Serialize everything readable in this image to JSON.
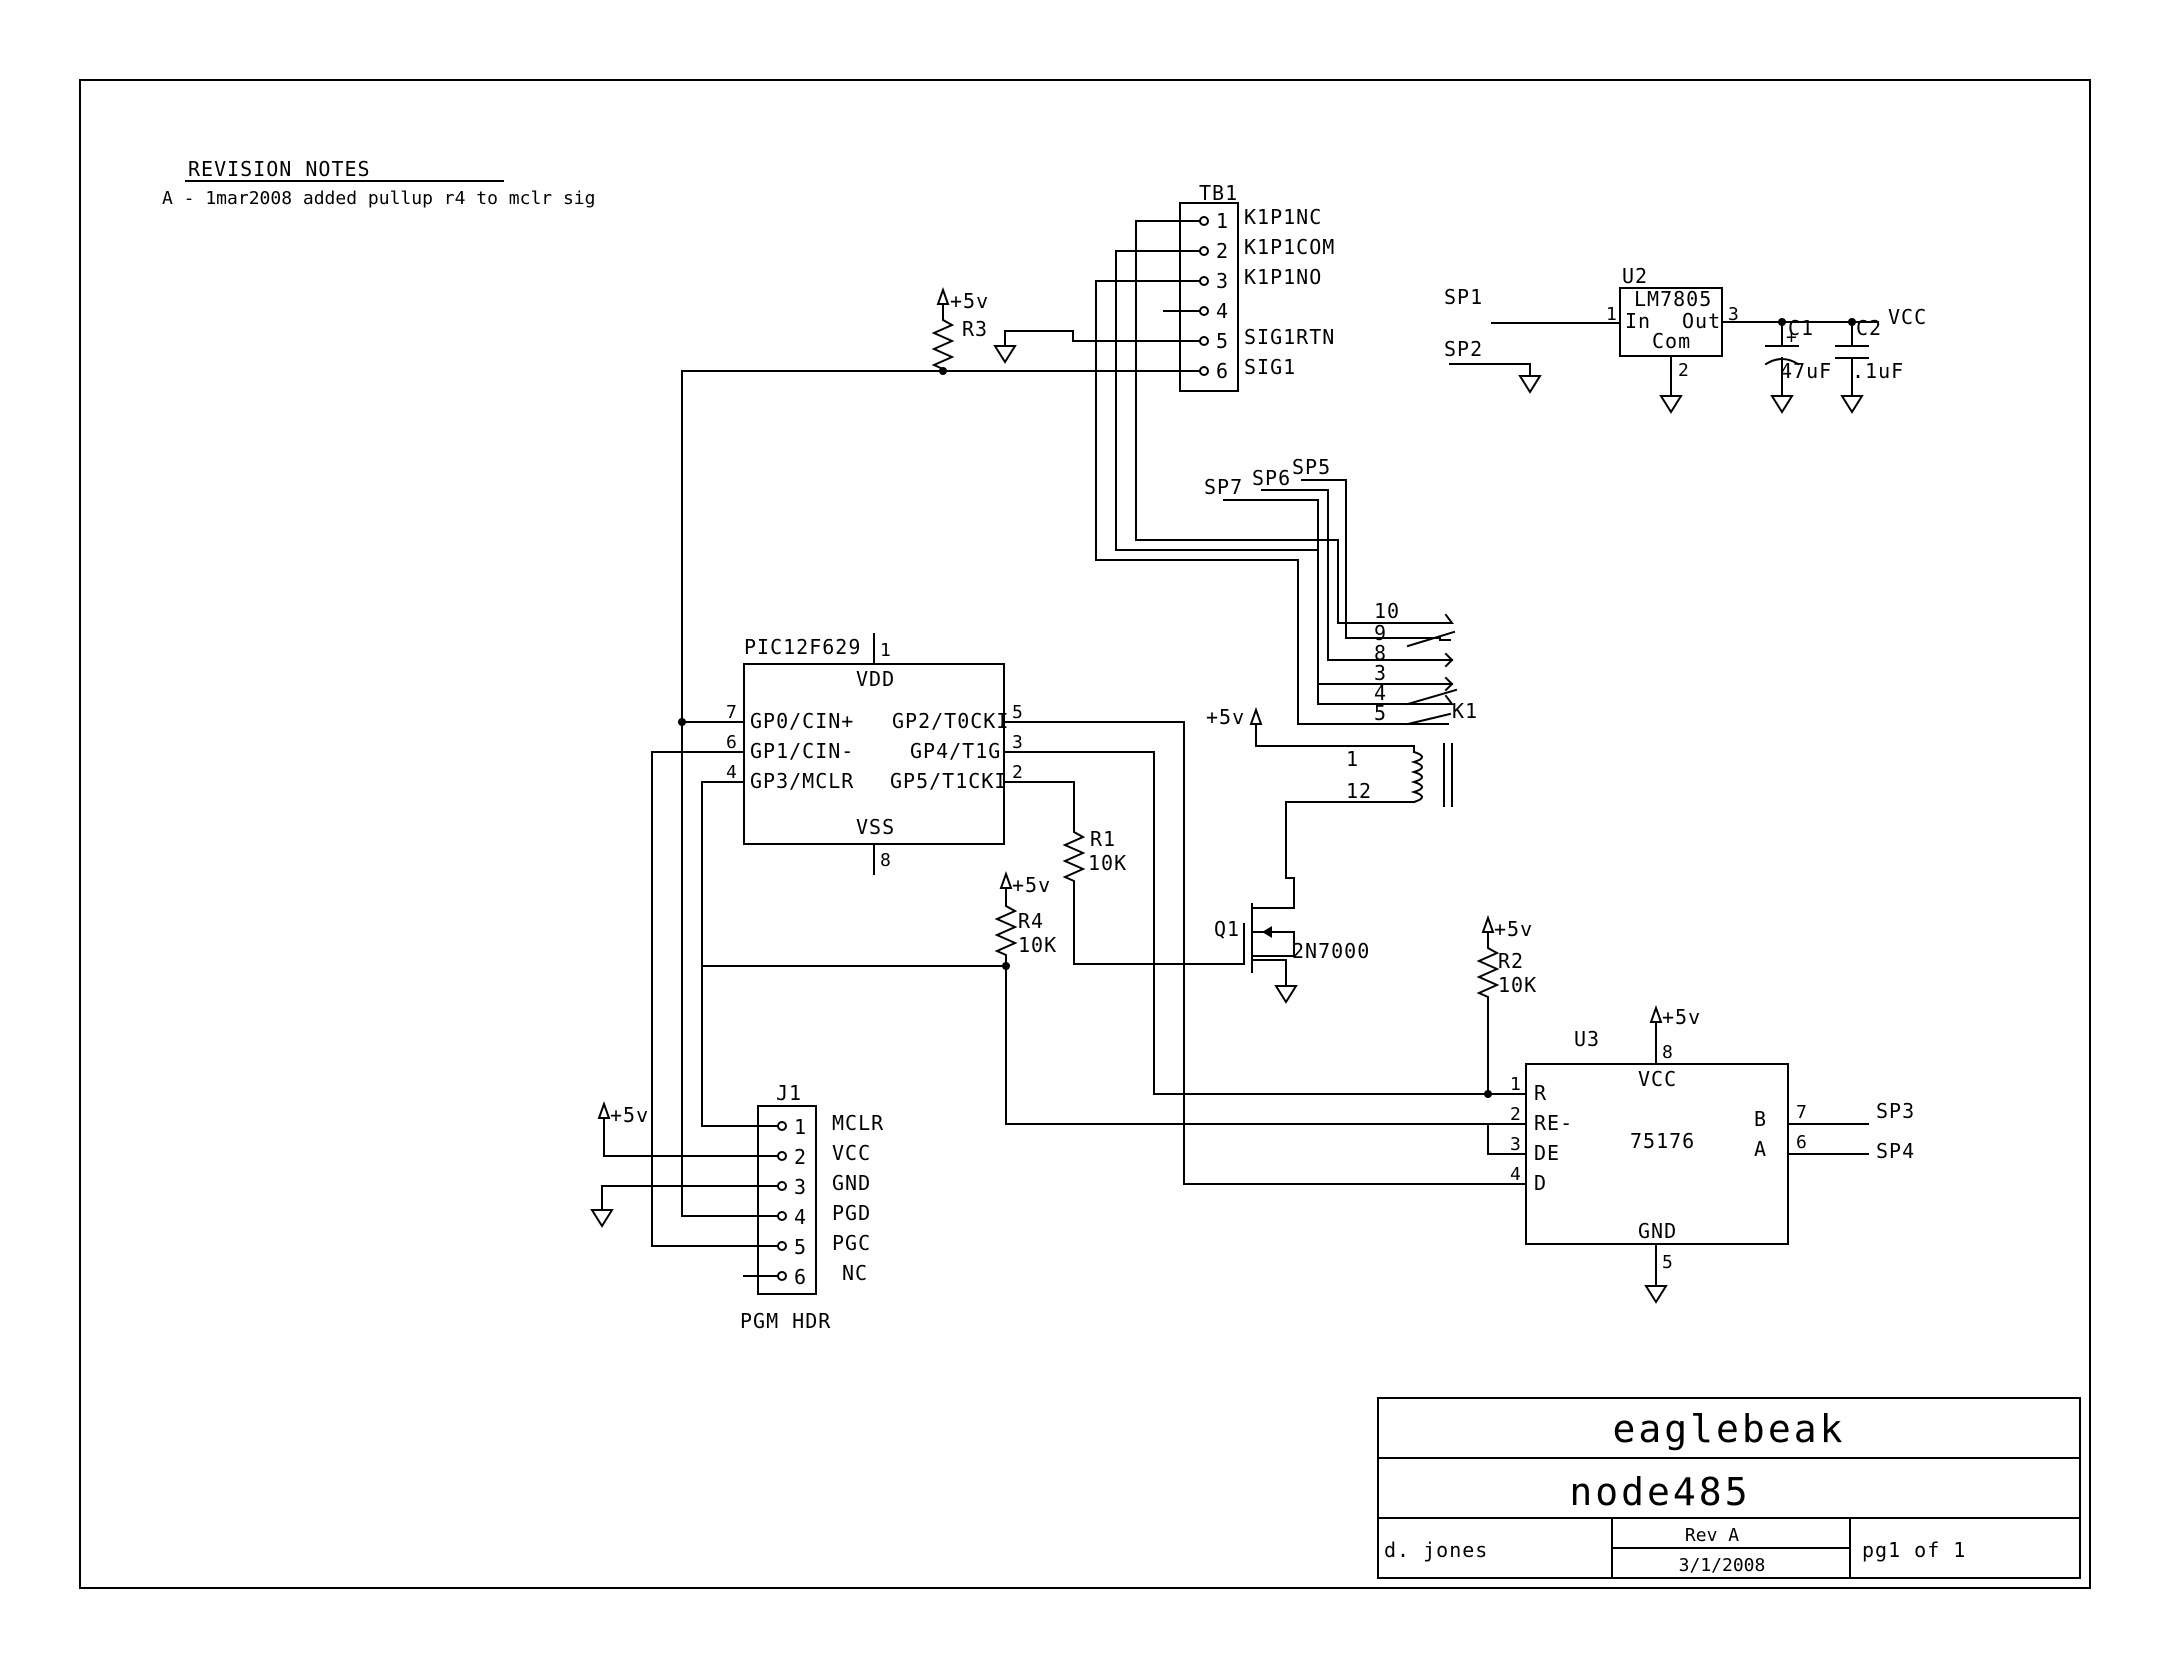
{
  "revision": {
    "heading": "REVISION NOTES",
    "note": "A - 1mar2008 added pullup r4 to mclr sig"
  },
  "title_block": {
    "project": "eaglebeak",
    "sheet_name": "node485",
    "author": "d. jones",
    "rev": "Rev A",
    "date": "3/1/2008",
    "page": "pg1 of 1"
  },
  "supply": {
    "plus5": "+5v",
    "vcc": "VCC"
  },
  "tb1": {
    "ref": "TB1",
    "pins": [
      {
        "num": "1",
        "label": "K1P1NC"
      },
      {
        "num": "2",
        "label": "K1P1COM"
      },
      {
        "num": "3",
        "label": "K1P1NO"
      },
      {
        "num": "4",
        "label": ""
      },
      {
        "num": "5",
        "label": "SIG1RTN"
      },
      {
        "num": "6",
        "label": "SIG1"
      }
    ]
  },
  "r3": {
    "ref": "R3"
  },
  "u2": {
    "ref": "U2",
    "part": "LM7805",
    "in": "In",
    "out": "Out",
    "com": "Com",
    "pin1": "1",
    "pin2": "2",
    "pin3": "3",
    "sp1": "SP1",
    "sp2": "SP2"
  },
  "c1": {
    "ref": "C1",
    "value": "47uF",
    "polarity": "+"
  },
  "c2": {
    "ref": "C2",
    "value": ".1uF"
  },
  "k1": {
    "ref": "K1",
    "sp": [
      "SP7",
      "SP6",
      "SP5"
    ],
    "pins": [
      "10",
      "9",
      "8",
      "3",
      "4",
      "5"
    ],
    "coil": [
      "1",
      "12"
    ]
  },
  "u1": {
    "part": "PIC12F629",
    "vdd": "VDD",
    "vss": "VSS",
    "vdd_pin": "1",
    "vss_pin": "8",
    "left": [
      {
        "num": "7",
        "label": "GP0/CIN+"
      },
      {
        "num": "6",
        "label": "GP1/CIN-"
      },
      {
        "num": "4",
        "label": "GP3/MCLR"
      }
    ],
    "right": [
      {
        "num": "5",
        "label": "GP2/T0CKI"
      },
      {
        "num": "3",
        "label": "GP4/T1G"
      },
      {
        "num": "2",
        "label": "GP5/T1CKI"
      }
    ]
  },
  "r1": {
    "ref": "R1",
    "value": "10K"
  },
  "r4": {
    "ref": "R4",
    "value": "10K"
  },
  "r2": {
    "ref": "R2",
    "value": "10K"
  },
  "q1": {
    "ref": "Q1",
    "part": "2N7000"
  },
  "j1": {
    "ref": "J1",
    "name": "PGM HDR",
    "pins": [
      {
        "num": "1",
        "label": "MCLR"
      },
      {
        "num": "2",
        "label": "VCC"
      },
      {
        "num": "3",
        "label": "GND"
      },
      {
        "num": "4",
        "label": "PGD"
      },
      {
        "num": "5",
        "label": "PGC"
      },
      {
        "num": "6",
        "label": "NC"
      }
    ]
  },
  "u3": {
    "ref": "U3",
    "part": "75176",
    "vcc": "VCC",
    "gnd": "GND",
    "vcc_pin": "8",
    "gnd_pin": "5",
    "left": [
      {
        "num": "1",
        "label": "R"
      },
      {
        "num": "2",
        "label": "RE-"
      },
      {
        "num": "3",
        "label": "DE"
      },
      {
        "num": "4",
        "label": "D"
      }
    ],
    "right": [
      {
        "num": "7",
        "label": "B",
        "net": "SP3"
      },
      {
        "num": "6",
        "label": "A",
        "net": "SP4"
      }
    ]
  }
}
